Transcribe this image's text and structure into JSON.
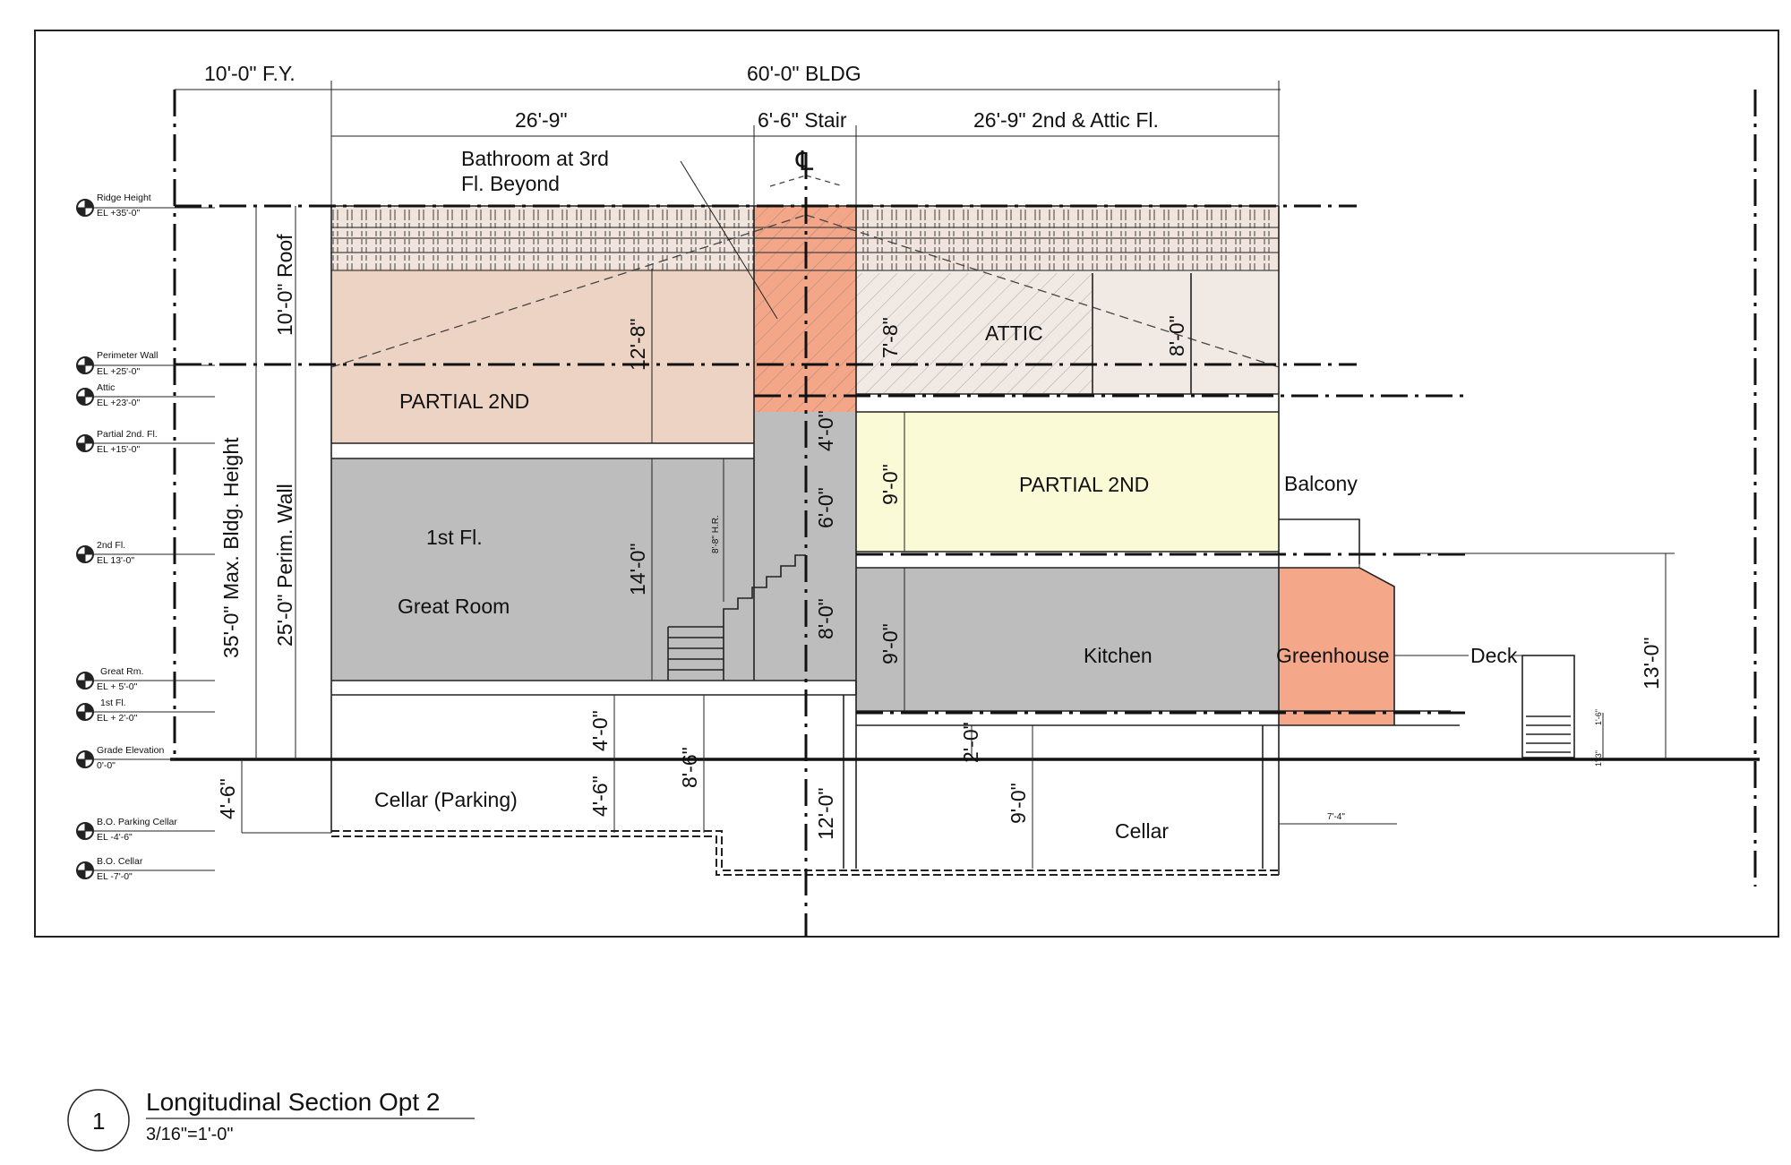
{
  "dimensions": {
    "front_yard": "10'-0\" F.Y.",
    "building": "60'-0\" BLDG",
    "front_depth": "26'-9\"",
    "stair": "6'-6\" Stair",
    "rear_depth": "26'-9\" 2nd & Attic Fl.",
    "centerline_symbol": "℄",
    "roof": "10'-0\" Roof",
    "max_height": "35'-0\" Max. Bldg. Height",
    "perim_wall": "25'-0\" Perim. Wall",
    "partial_ht": "12'-8\"",
    "great_room_ht": "14'-0\"",
    "headroom": "8'-8\" H.R.",
    "attic_ht": "7'-8\"",
    "stair_upper": "4'-0\"",
    "stair_mid": "6'-0\"",
    "stair_lower": "8'-0\"",
    "partial2_ht": "9'-0\"",
    "kitchen_ht": "9'-0\"",
    "attic_rear_ht": "8'-0\"",
    "cellar_above_grade": "4'-0\"",
    "cellar_below_grade": "4'-6\"",
    "cellar_total": "8'-6\"",
    "cl_depth": "12'-0\"",
    "front_grade_drop": "4'-6\"",
    "kitchen_step": "2'-0\"",
    "cellar_rear_ht": "9'-0\"",
    "greenhouse_width": "7'-4\"",
    "rear_height": "13'-0\"",
    "step_upper": "1'-6\"",
    "step_lower": "1'-3\""
  },
  "rooms": {
    "bathroom_note": [
      "Bathroom at 3rd",
      "Fl. Beyond"
    ],
    "attic": "ATTIC",
    "partial_2nd_front": "PARTIAL 2ND",
    "partial_2nd_rear": "PARTIAL 2ND",
    "first_fl": "1st Fl.",
    "great_room": "Great Room",
    "kitchen": "Kitchen",
    "balcony": "Balcony",
    "greenhouse": "Greenhouse",
    "deck": "Deck",
    "cellar_parking": "Cellar (Parking)",
    "cellar": "Cellar"
  },
  "levels": [
    {
      "name": "Ridge Height",
      "elevation": "EL +35'-0\""
    },
    {
      "name": "Perimeter Wall",
      "elevation": "EL +25'-0\""
    },
    {
      "name": "Attic",
      "elevation": "EL +23'-0\""
    },
    {
      "name": "Partial 2nd. Fl.",
      "elevation": "EL +15'-0\""
    },
    {
      "name": "2nd Fl.",
      "elevation": "EL 13'-0\""
    },
    {
      "name": "Great Rm.",
      "elevation": "EL + 5'-0\""
    },
    {
      "name": "1st Fl.",
      "elevation": "EL + 2'-0\""
    },
    {
      "name": "Grade Elevation",
      "elevation": "0'-0\""
    },
    {
      "name": "B.O. Parking Cellar",
      "elevation": "EL -4'-6\""
    },
    {
      "name": "B.O. Cellar",
      "elevation": "EL -7'-0\""
    }
  ],
  "title_block": {
    "number": "1",
    "title": "Longitudinal Section Opt 2",
    "scale": "3/16\"=1'-0\""
  },
  "colors": {
    "partial_front": "#ecd3c3",
    "stair_orange": "#f3a688",
    "attic_front": "#f1e9e3",
    "gray_room": "#bdbdbd",
    "partial_rear": "#fafad7",
    "greenhouse": "#f4a889"
  }
}
